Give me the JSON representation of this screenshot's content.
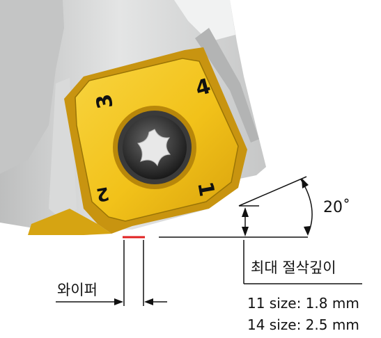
{
  "labels": {
    "angle": "20˚",
    "max_depth": "최대 절삭깊이",
    "wiper": "와이퍼",
    "size_11": "11 size: 1.8 mm",
    "size_14": "14 size: 2.5 mm"
  },
  "insert_markings": [
    "3",
    "4",
    "2",
    "1"
  ],
  "colors": {
    "insert_gold": "#f2c21a",
    "insert_dark": "#c48f06",
    "holder_gray": "#cfd0d0",
    "holder_light": "#e6e7e7",
    "wiper_red": "#e02020",
    "screw_dark": "#2a2a2a"
  },
  "icons": [
    "torx-screw-icon"
  ]
}
